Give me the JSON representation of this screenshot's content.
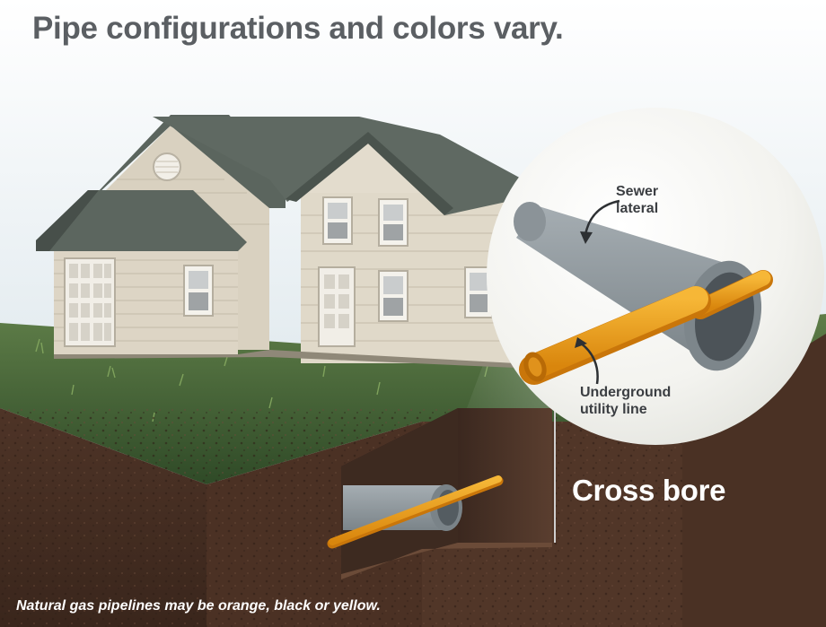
{
  "headline": "Pipe configurations and colors vary.",
  "labels": {
    "sewer_lateral": "Sewer lateral",
    "utility_line": "Underground utility line",
    "cross_bore": "Cross bore"
  },
  "footnote": "Natural gas pipelines may be orange, black or yellow.",
  "colors": {
    "sky": "#dfe9ee",
    "roof": "#5c665f",
    "siding": "#ddd6c6",
    "grass": "#3f5f33",
    "soil": "#4a3226",
    "sewer_pipe": "#8f979c",
    "gas_pipe": "#e99a1c",
    "text_dark": "#3b3e42"
  },
  "icons": [
    "house-illustration",
    "magnifier-bubble",
    "curved-arrow-icon"
  ]
}
